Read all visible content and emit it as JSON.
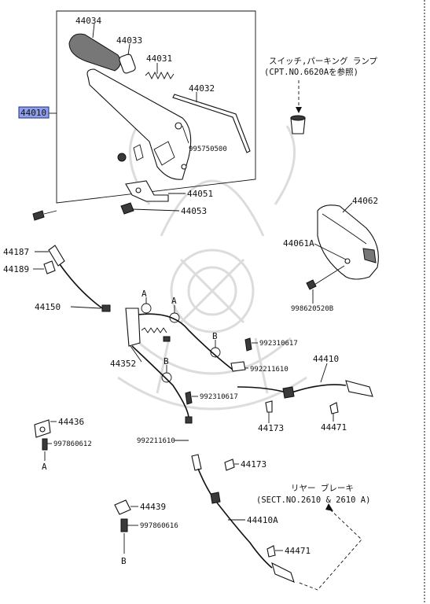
{
  "highlight_callout": "44010",
  "callouts": {
    "c44034": "44034",
    "c44033": "44033",
    "c44031": "44031",
    "c44032": "44032",
    "c995750500": "995750500",
    "c44051": "44051",
    "c44053": "44053",
    "c44062": "44062",
    "c44061A": "44061A",
    "c998620520B": "998620520B",
    "c44187": "44187",
    "c44189": "44189",
    "c44150": "44150",
    "c44352": "44352",
    "c992310617a": "992310617",
    "c992211610a": "992211610",
    "c992310617b": "992310617",
    "c992211610b": "992211610",
    "c44410": "44410",
    "c44173a": "44173",
    "c44471a": "44471",
    "c44173b": "44173",
    "c44436": "44436",
    "c997860612": "997860612",
    "c44439": "44439",
    "c997860616": "997860616",
    "c44410A": "44410A",
    "c44471b": "44471"
  },
  "ref_letters": {
    "a1": "A",
    "a2": "A",
    "b1": "B",
    "b2": "B",
    "a3": "A",
    "b3": "B"
  },
  "notes": {
    "switch_line1": "スイッチ,パーキング ランプ",
    "switch_line2": "(CPT.NO.6620Aを参照)",
    "brake_line1": "リヤー ブレーキ",
    "brake_line2": "(SECT.NO.2610 & 2610 A)"
  }
}
